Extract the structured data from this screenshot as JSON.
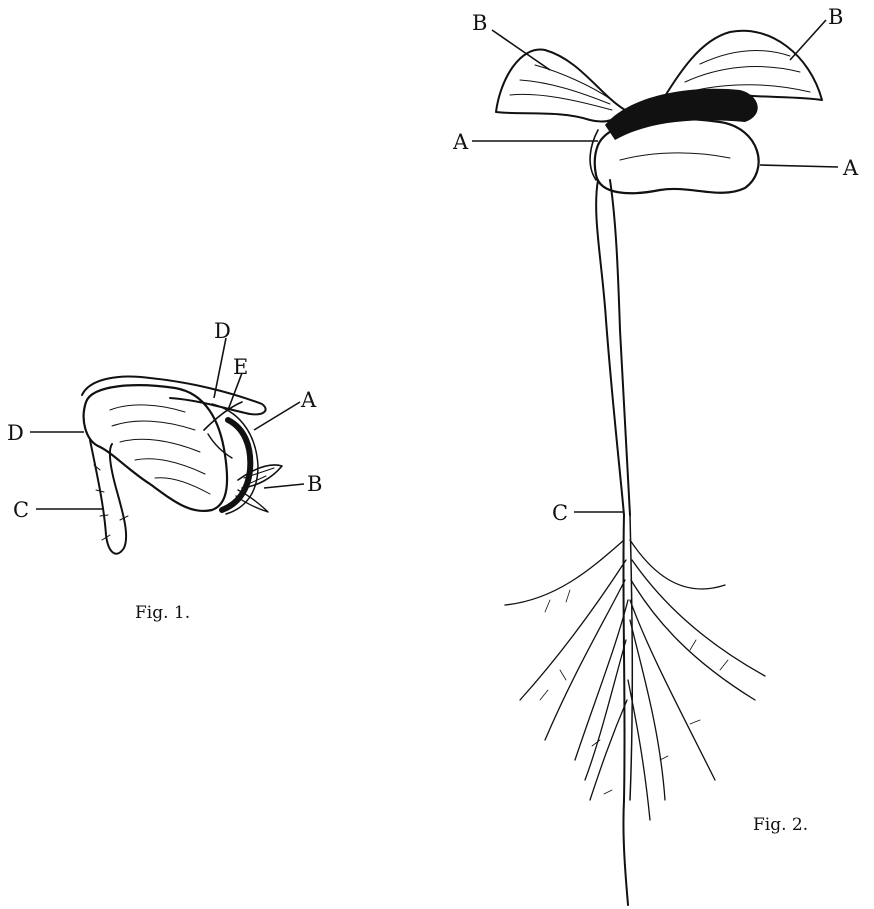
{
  "figures": [
    {
      "caption": "Fig. 1.",
      "labels": {
        "d_top": "D",
        "e": "E",
        "a": "A",
        "d_left": "D",
        "b": "B",
        "c": "C"
      }
    },
    {
      "caption": "Fig. 2.",
      "labels": {
        "b_left": "B",
        "b_right": "B",
        "a_left": "A",
        "a_right": "A",
        "c": "C"
      }
    }
  ]
}
